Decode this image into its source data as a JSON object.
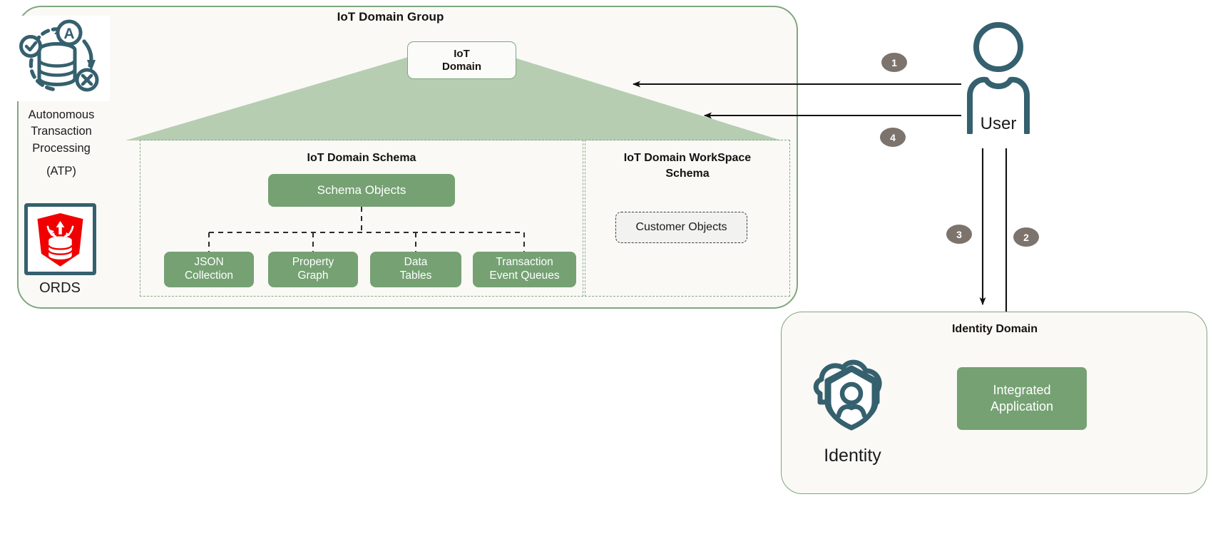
{
  "iot_group": {
    "title": "IoT Domain Group",
    "domain_box": {
      "line1": "IoT",
      "line2": "Domain"
    }
  },
  "atp": {
    "icon": "autonomous-transaction-processing-icon",
    "label_line1": "Autonomous",
    "label_line2": "Transaction",
    "label_line3": "Processing",
    "label_line4": "(ATP)"
  },
  "ords": {
    "icon": "ords-shield-database-icon",
    "label": "ORDS"
  },
  "schema_panel": {
    "title": "IoT Domain Schema",
    "root": {
      "label": "Schema Objects"
    },
    "leaves": [
      {
        "line1": "JSON",
        "line2": "Collection"
      },
      {
        "line1": "Property",
        "line2": "Graph"
      },
      {
        "line1": "Data",
        "line2": "Tables"
      },
      {
        "line1": "Transaction",
        "line2": "Event Queues"
      }
    ]
  },
  "workspace_panel": {
    "title_line1": "IoT Domain WorkSpace",
    "title_line2": "Schema",
    "customer_objects": "Customer Objects"
  },
  "user": {
    "icon": "user-person-icon",
    "label": "User"
  },
  "steps": [
    {
      "number": "1"
    },
    {
      "number": "2"
    },
    {
      "number": "3"
    },
    {
      "number": "4"
    }
  ],
  "identity_domain": {
    "title": "Identity Domain",
    "icon": "identity-cloud-shield-icon",
    "label": "Identity",
    "integrated_app": {
      "line1": "Integrated",
      "line2": "Application"
    }
  },
  "colors": {
    "green_node": "#75a173",
    "triangle": "#b6cdb1",
    "container_border": "#7fa77f",
    "container_fill": "#faf9f6",
    "teal_icon": "#35606e",
    "badge": "#7d736d",
    "ords_red": "#f00000",
    "arrow": "#111111"
  }
}
